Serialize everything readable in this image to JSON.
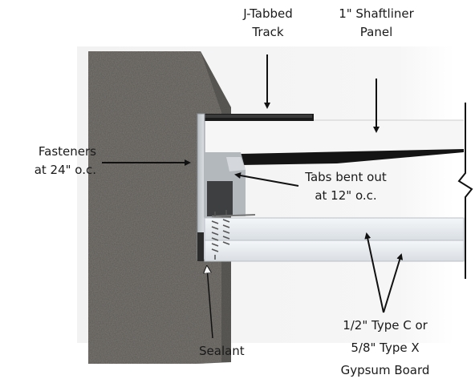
{
  "labels": {
    "j_tabbed_track": [
      "J-Tabbed",
      "Track"
    ],
    "shaftliner_panel": [
      "1\" Shaftliner",
      "Panel"
    ],
    "fasteners": [
      "Fasteners",
      "at 24\" o.c."
    ],
    "tabs_bent": [
      "Tabs bent out",
      "at 12\" o.c."
    ],
    "sealant": "Sealant",
    "gypsum_board": [
      "1/2\" Type C or",
      "5/8\" Type X",
      "Gypsum Board"
    ]
  },
  "colors": {
    "wall": "#5e5b57",
    "background_panel": "#f0f0f0",
    "track": "#c8ccd0",
    "shaftliner": "#1a1a1a",
    "gypsum": "#e6eaee",
    "arrow": "#111111"
  }
}
